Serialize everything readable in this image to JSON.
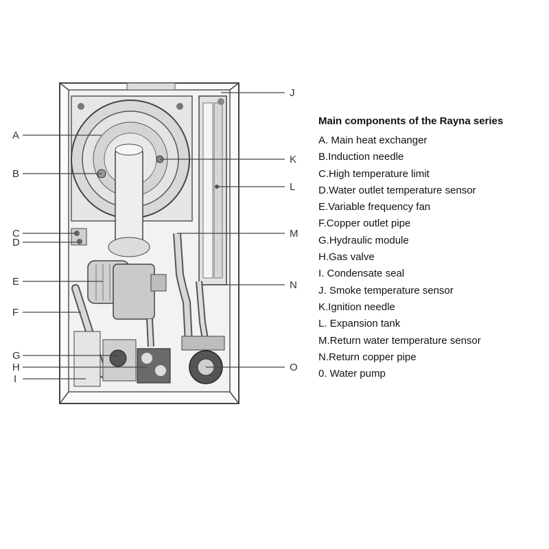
{
  "legend": {
    "title": "Main components of the Rayna series",
    "items": [
      "A. Main heat exchanger",
      "B.Induction needle",
      "C.High temperature limit",
      "D.Water outlet temperature sensor",
      "E.Variable frequency fan",
      "F.Copper outlet pipe",
      "G.Hydraulic module",
      "H.Gas valve",
      "I.  Condensate seal",
      "J. Smoke temperature sensor",
      "K.Ignition needle",
      "L. Expansion tank",
      "M.Return water temperature sensor",
      "N.Return copper pipe",
      "0. Water pump"
    ]
  },
  "callouts": {
    "A": "A",
    "B": "B",
    "C": "C",
    "D": "D",
    "E": "E",
    "F": "F",
    "G": "G",
    "H": "H",
    "I": "I",
    "J": "J",
    "K": "K",
    "L": "L",
    "M": "M",
    "N": "N",
    "O": "O"
  },
  "colors": {
    "line": "#444444",
    "fill_light": "#e8e8e8",
    "fill_mid": "#cfcfcf",
    "fill_dark": "#555555"
  }
}
